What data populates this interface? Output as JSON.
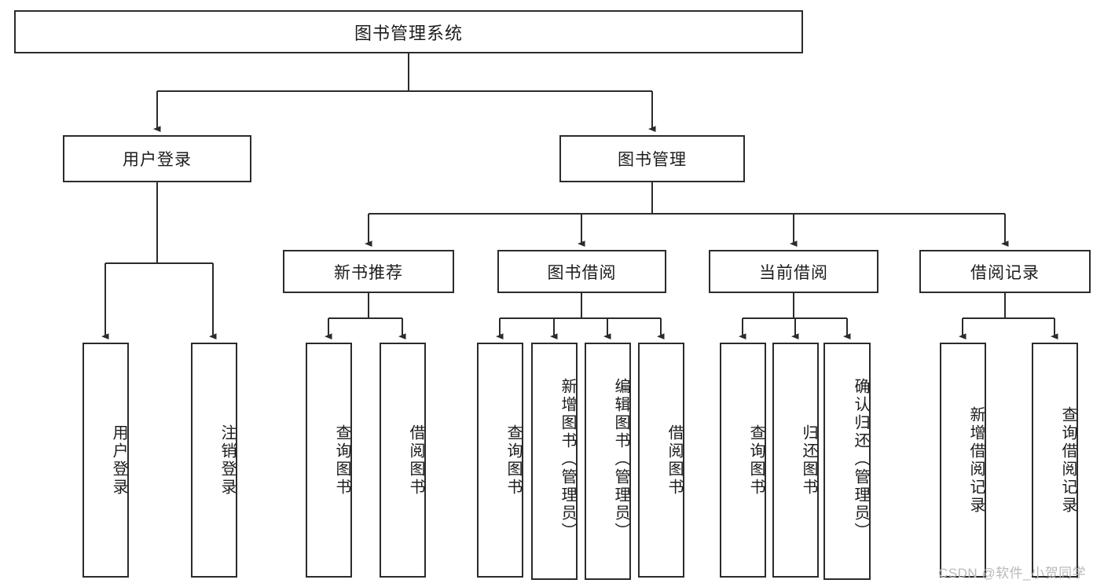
{
  "diagram": {
    "type": "tree-hierarchy-chart",
    "title": "图书管理系统",
    "watermark": "CSDN @软件_小贺同学",
    "levels": 4,
    "orientation": "top-down",
    "leaf_text_orientation": "vertical",
    "colors": {
      "background": "#ffffff",
      "box_border": "#2b2b2b",
      "box_fill": "#ffffff",
      "connector": "#2b2b2b",
      "text": "#1c1c1c",
      "watermark": "#b9b9b9"
    }
  },
  "nodes": {
    "root": {
      "label": "图书管理系统"
    },
    "level2": [
      {
        "id": "user-login",
        "label": "用户登录"
      },
      {
        "id": "book-management",
        "label": "图书管理"
      }
    ],
    "level3": [
      {
        "id": "new-book-recommend",
        "label": "新书推荐",
        "parent": "book-management"
      },
      {
        "id": "book-borrow",
        "label": "图书借阅",
        "parent": "book-management"
      },
      {
        "id": "current-borrow",
        "label": "当前借阅",
        "parent": "book-management"
      },
      {
        "id": "borrow-record",
        "label": "借阅记录",
        "parent": "book-management"
      }
    ],
    "leaves": {
      "user_login": [
        {
          "id": "leaf-user-login",
          "label": "用户登录"
        },
        {
          "id": "leaf-logout",
          "label": "注销登录"
        }
      ],
      "new_book_recommend": [
        {
          "id": "leaf-query-book-1",
          "label": "查询图书"
        },
        {
          "id": "leaf-borrow-book-1",
          "label": "借阅图书"
        }
      ],
      "book_borrow": [
        {
          "id": "leaf-query-book-2",
          "label": "查询图书"
        },
        {
          "id": "leaf-add-book",
          "label": "新增图书（管理员）"
        },
        {
          "id": "leaf-edit-book",
          "label": "编辑图书（管理员）"
        },
        {
          "id": "leaf-borrow-book-2",
          "label": "借阅图书"
        }
      ],
      "current_borrow": [
        {
          "id": "leaf-query-book-3",
          "label": "查询图书"
        },
        {
          "id": "leaf-return-book",
          "label": "归还图书"
        },
        {
          "id": "leaf-confirm-return",
          "label": "确认归还（管理员）"
        }
      ],
      "borrow_record": [
        {
          "id": "leaf-add-record",
          "label": "新增借阅记录"
        },
        {
          "id": "leaf-query-record",
          "label": "查询借阅记录"
        }
      ]
    }
  }
}
